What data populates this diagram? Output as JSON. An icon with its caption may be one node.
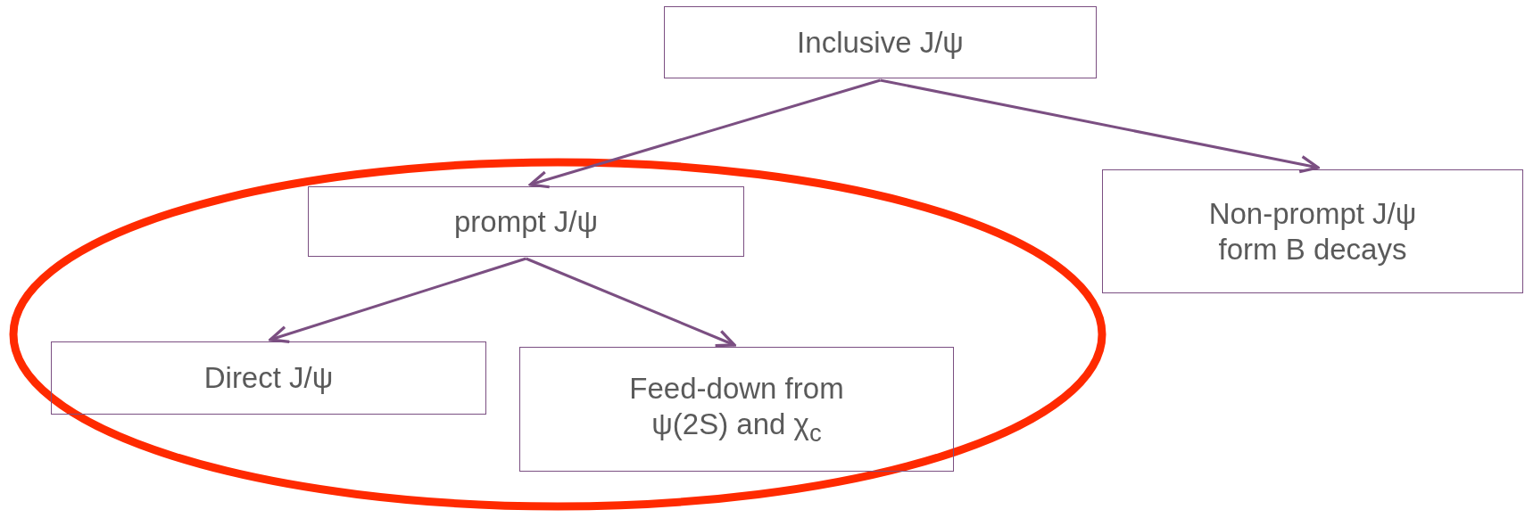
{
  "diagram": {
    "nodes": [
      {
        "text": [
          "Inclusive J/ψ"
        ]
      },
      {
        "text": [
          "prompt J/ψ"
        ]
      },
      {
        "text": [
          "Non-prompt J/ψ form B decays"
        ]
      },
      {
        "text": [
          "Direct J/ψ"
        ]
      },
      {
        "text": [
          "Feed-down from ψ(2S) and χ$_{c}$"
        ]
      }
    ],
    "edges": [
      {
        "from": 0,
        "to": 1,
        "arrow": "to"
      },
      {
        "from": 0,
        "to": 2,
        "arrow": "to"
      },
      {
        "from": 1,
        "to": 3,
        "arrow": "to"
      },
      {
        "from": 1,
        "to": 4,
        "arrow": "to"
      }
    ]
  }
}
